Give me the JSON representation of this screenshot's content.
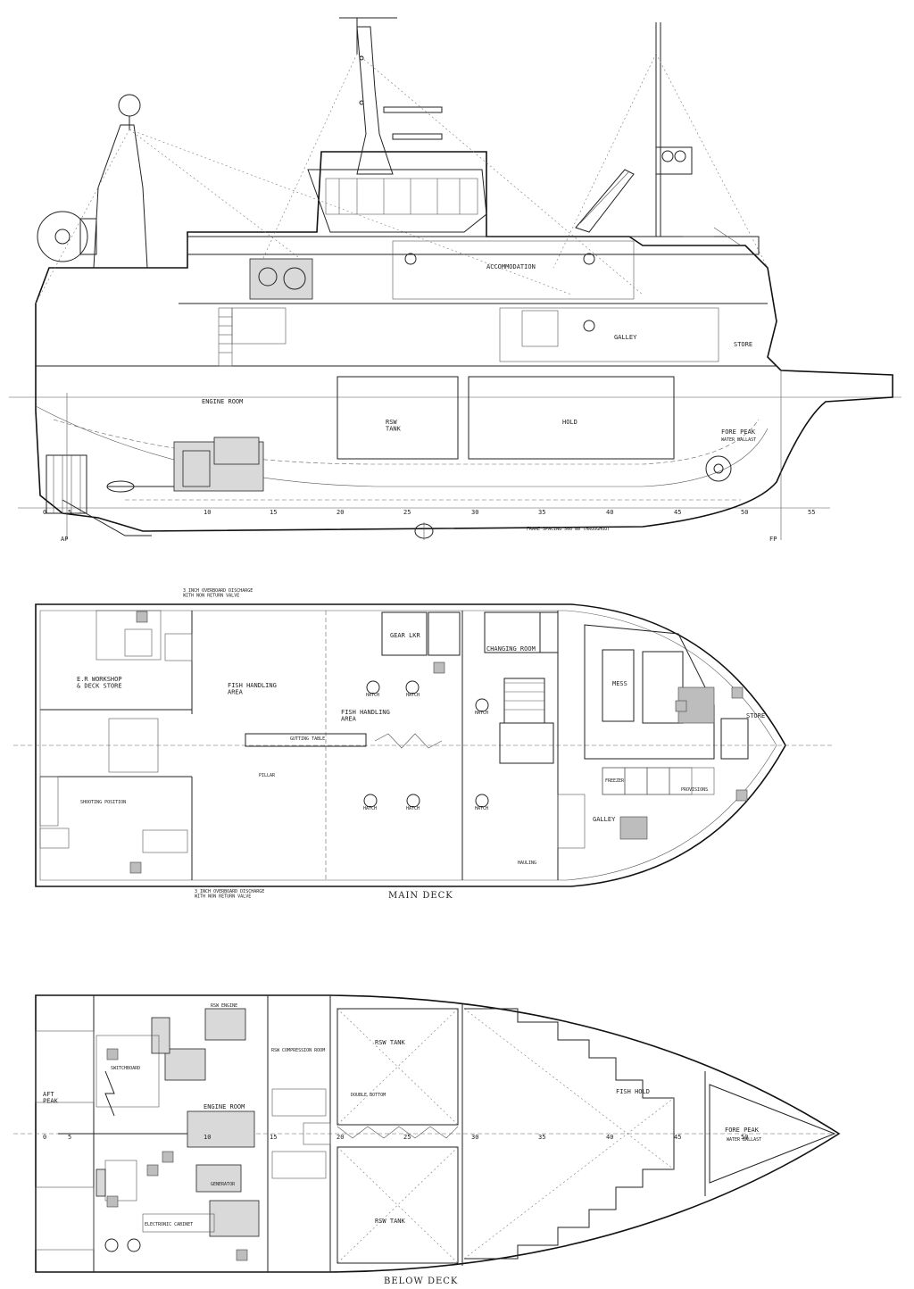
{
  "profile": {
    "labels": {
      "accommodation": "ACCOMMODATION",
      "galley": "GALLEY",
      "store": "STORE",
      "engine_room": "ENGINE ROOM",
      "rsw_tank": "RSW\nTANK",
      "hold": "HOLD",
      "fore_peak": "FORE PEAK",
      "fore_peak_sub": "WATER BALLAST",
      "aft_perp": "AP",
      "fore_perp": "FP",
      "frame_spacing": "FRAME SPACING 560 mm THROUGHOUT"
    },
    "frames": [
      "0",
      "5",
      "10",
      "15",
      "20",
      "25",
      "30",
      "35",
      "40",
      "45",
      "50",
      "55"
    ]
  },
  "main_deck": {
    "title": "MAIN DECK",
    "labels": {
      "fish_handling_1": "FISH HANDLING\nAREA",
      "fish_handling_2": "FISH HANDLING\nAREA",
      "er_workshop": "E.R WORKSHOP\n& DECK STORE",
      "gear_lkr": "GEAR LKR",
      "changing_room": "CHANGING ROOM",
      "mess": "MESS",
      "galley": "GALLEY",
      "store": "STORE",
      "provisions": "PROVISIONS",
      "gutting_table": "GUTTING TABLE",
      "overboard_top": "3 INCH OVERBOARD DISCHARGE\nWITH NON RETURN VALVE",
      "overboard_bottom": "3 INCH OVERBOARD DISCHARGE\nWITH NON RETURN VALVE",
      "hatch_1": "HATCH",
      "hatch_2": "HATCH",
      "hatch_3": "HATCH",
      "hatch_4": "HATCH",
      "hatch_5": "HATCH",
      "hatch_6": "HATCH",
      "shooting_position": "SHOOTING POSITION",
      "hauling": "HAULING",
      "freezer": "FREEZER",
      "pillar": "PILLAR"
    }
  },
  "below_deck": {
    "title": "BELOW DECK",
    "labels": {
      "aft_peak": "AFT\nPEAK",
      "engine_room": "ENGINE ROOM",
      "rsw_tank_top": "RSW TANK",
      "rsw_tank_bottom": "RSW TANK",
      "fish_hold": "FISH HOLD",
      "fore_peak": "FORE PEAK",
      "fore_peak_sub": "WATER BALLAST",
      "generator": "GENERATOR",
      "switchboard": "SWITCHBOARD",
      "double_bottom": "DOUBLE BOTTOM",
      "rsw_compression_room": "RSW COMPRESSION ROOM",
      "electronic_cabinet": "ELECTRONIC CABINET",
      "rsw_engine": "RSW ENGINE"
    },
    "frames": [
      "0",
      "5",
      "10",
      "15",
      "20",
      "25",
      "30",
      "35",
      "40",
      "45",
      "50"
    ]
  }
}
